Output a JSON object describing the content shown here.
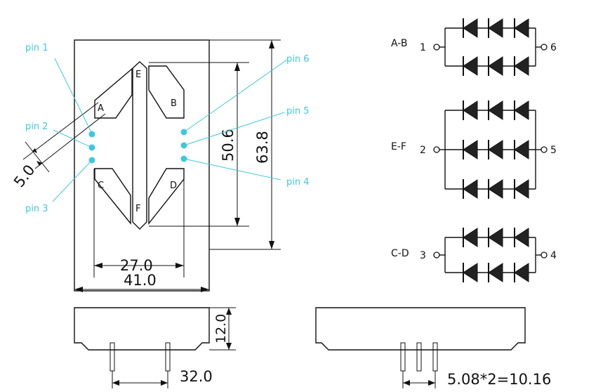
{
  "accent_color": "#3ec8de",
  "segments": {
    "a": "A",
    "b": "B",
    "c": "C",
    "d": "D",
    "e": "E",
    "f": "F"
  },
  "pins": {
    "pin1": "pin 1",
    "pin2": "pin 2",
    "pin3": "pin 3",
    "pin4": "pin 4",
    "pin5": "pin 5",
    "pin6": "pin 6"
  },
  "dimensions": {
    "seg_width": "5.0",
    "inner_height": "50.6",
    "outer_height": "63.8",
    "inner_width": "27.0",
    "outer_width": "41.0",
    "depth": "12.0",
    "row_spacing": "32.0",
    "pitch": "5.08*2=10.16"
  },
  "circuits": [
    {
      "name": "A-B",
      "left_pin": "1",
      "right_pin": "6",
      "rows": 2
    },
    {
      "name": "E-F",
      "left_pin": "2",
      "right_pin": "5",
      "rows": 3
    },
    {
      "name": "C-D",
      "left_pin": "3",
      "right_pin": "4",
      "rows": 2
    }
  ]
}
